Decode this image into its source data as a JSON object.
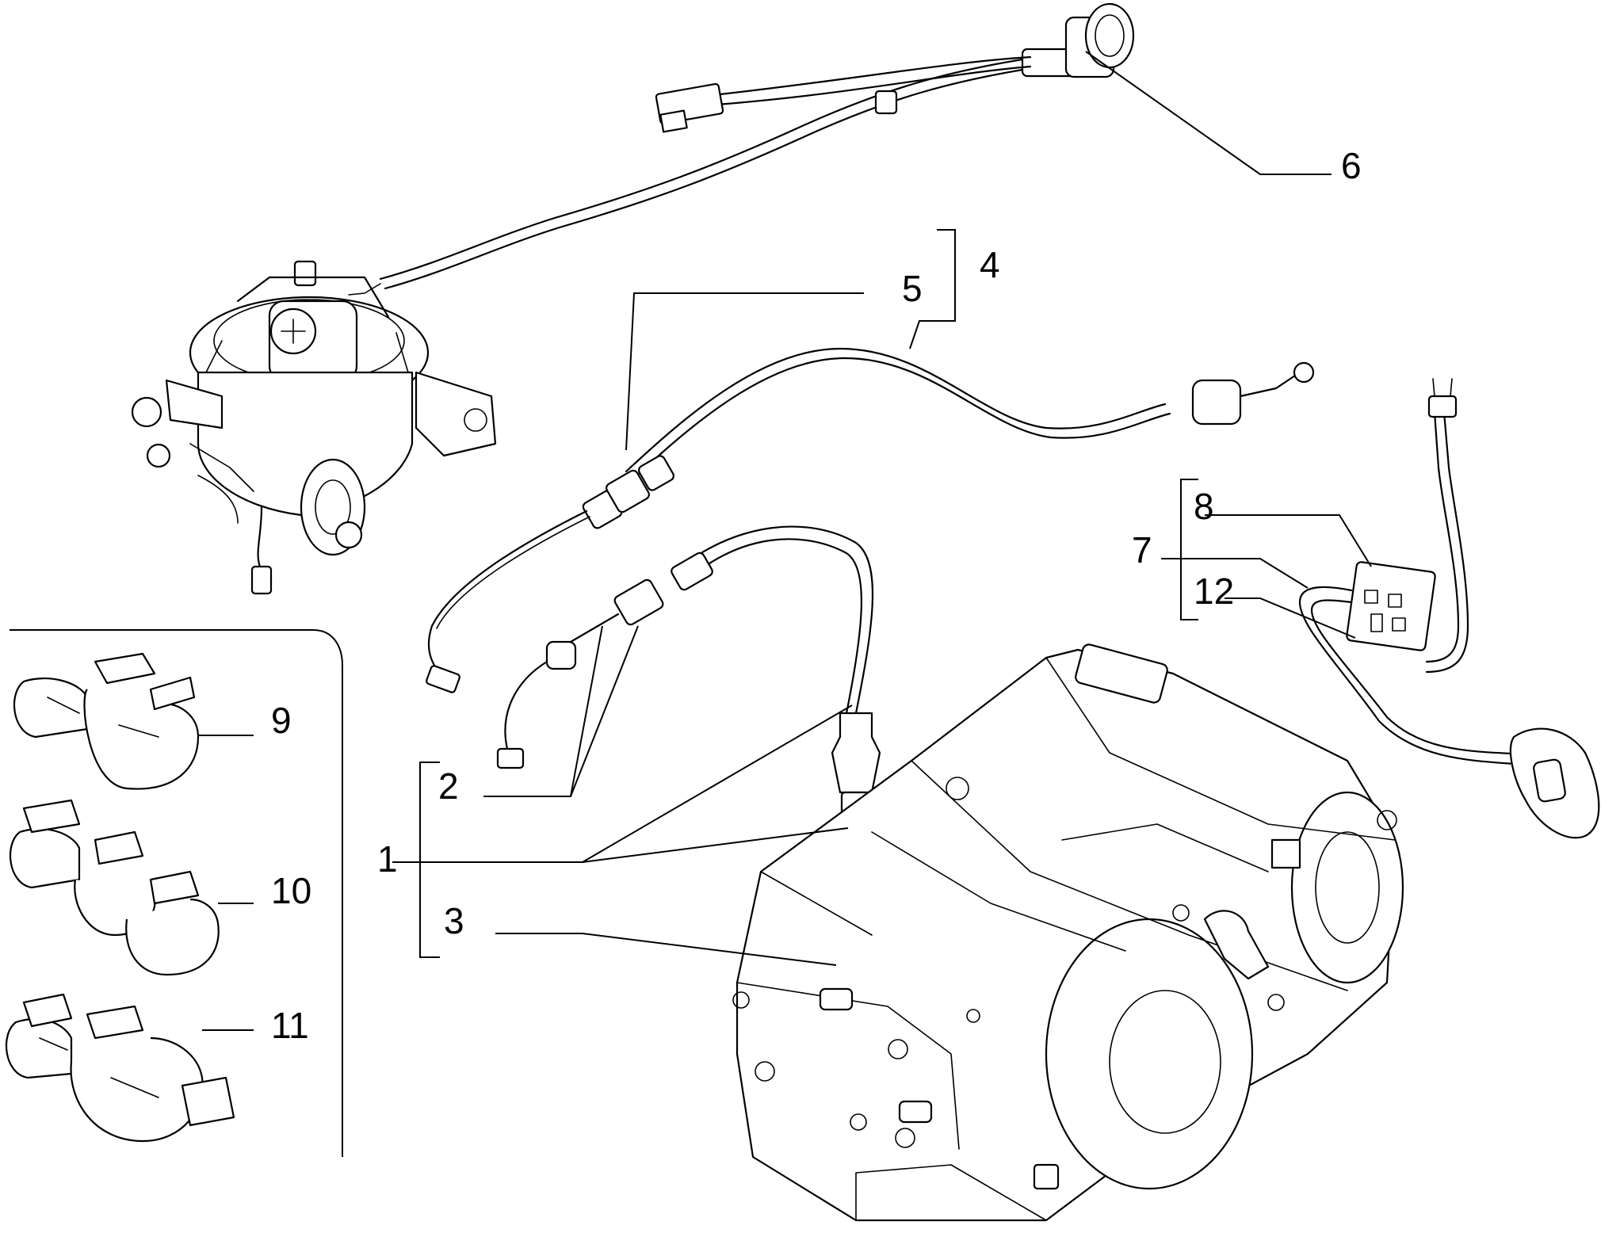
{
  "callouts": {
    "c1": "1",
    "c2": "2",
    "c3": "3",
    "c4": "4",
    "c5": "5",
    "c6": "6",
    "c7": "7",
    "c8": "8",
    "c9": "9",
    "c10": "10",
    "c11": "11",
    "c12": "12"
  },
  "parts_depicted": [
    "carburetor-assembly",
    "speedometer-cable",
    "accelerator-cable",
    "kickdown-cable",
    "sealing-ring",
    "automatic-transmission",
    "selector-switch-harness",
    "cable-clip-double",
    "cable-clip-triple",
    "cable-clip-offset"
  ]
}
